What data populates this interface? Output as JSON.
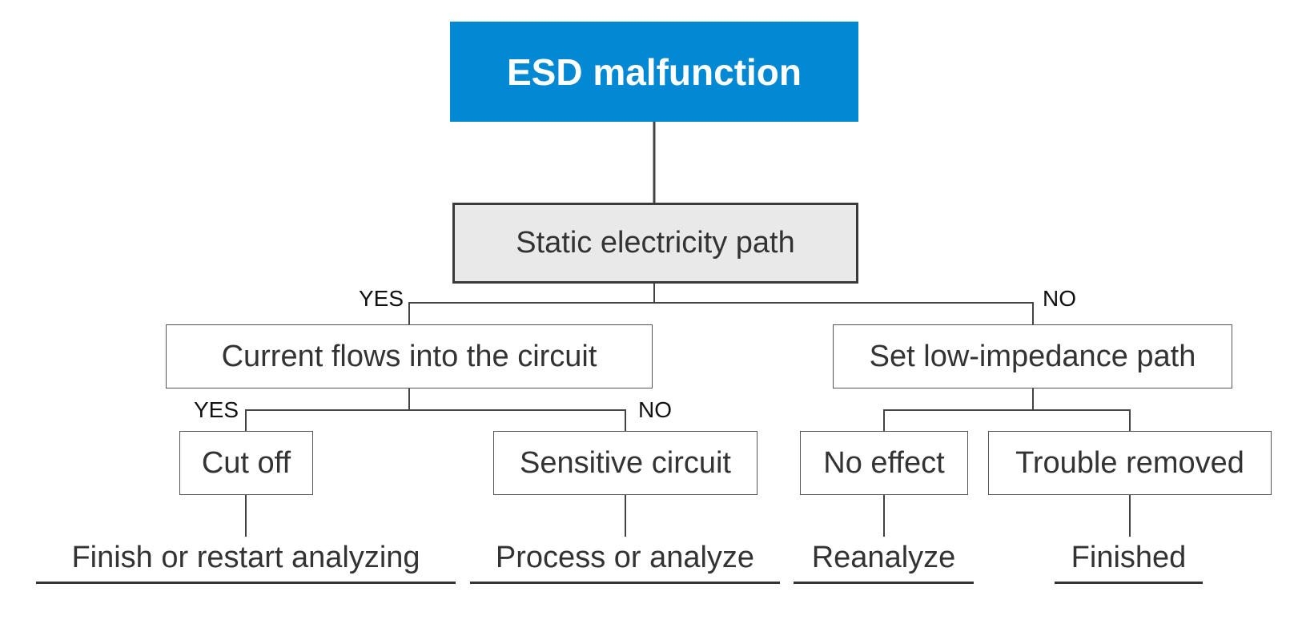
{
  "diagram": {
    "root": {
      "label": "ESD malfunction"
    },
    "path": {
      "label": "Static electricity path"
    },
    "branches": {
      "yes_1": "YES",
      "no_1": "NO",
      "yes_2": "YES",
      "no_2": "NO"
    },
    "nodes": {
      "current": "Current flows into the circuit",
      "low_impedance": "Set low-impedance path",
      "cut_off": "Cut off",
      "sensitive": "Sensitive circuit",
      "no_effect": "No effect",
      "trouble_removed": "Trouble removed"
    },
    "outcomes": {
      "finish": "Finish or restart analyzing",
      "process": "Process or analyze",
      "reanalyze": "Reanalyze",
      "finished": "Finished"
    },
    "colors": {
      "root_fill": "#0388d3",
      "path_fill": "#e9e9e9",
      "line": "#444444"
    }
  }
}
